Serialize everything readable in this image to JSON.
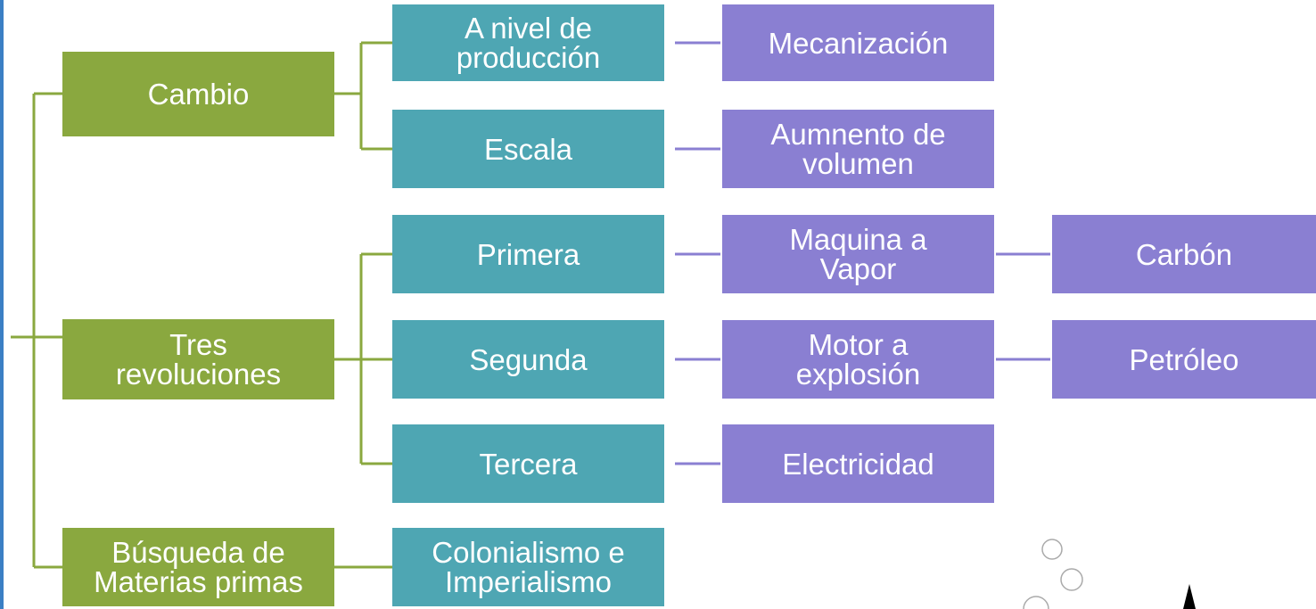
{
  "diagram": {
    "root_children": [
      {
        "id": "cambio",
        "label": "Cambio"
      },
      {
        "id": "tres",
        "label": "Tres\nrevoluciones"
      },
      {
        "id": "busqueda",
        "label": "Búsqueda de\nMaterias primas"
      }
    ],
    "level2": {
      "nivel_produccion": "A nivel de\nproducción",
      "escala": "Escala",
      "primera": "Primera",
      "segunda": "Segunda",
      "tercera": "Tercera",
      "colonialismo": "Colonialismo e\nImperialismo"
    },
    "level3": {
      "mecanizacion": "Mecanización",
      "aumento_volumen": "Aumnento de\nvolumen",
      "maquina_vapor": "Maquina a\nVapor",
      "motor_explosion": "Motor a\nexplosión",
      "electricidad": "Electricidad"
    },
    "level4": {
      "carbon": "Carbón",
      "petroleo": "Petróleo"
    }
  },
  "colors": {
    "level1": "#8aa83f",
    "level2": "#4ea6b3",
    "level3": "#8a7fd2",
    "accent_rule": "#3b7fc4"
  }
}
